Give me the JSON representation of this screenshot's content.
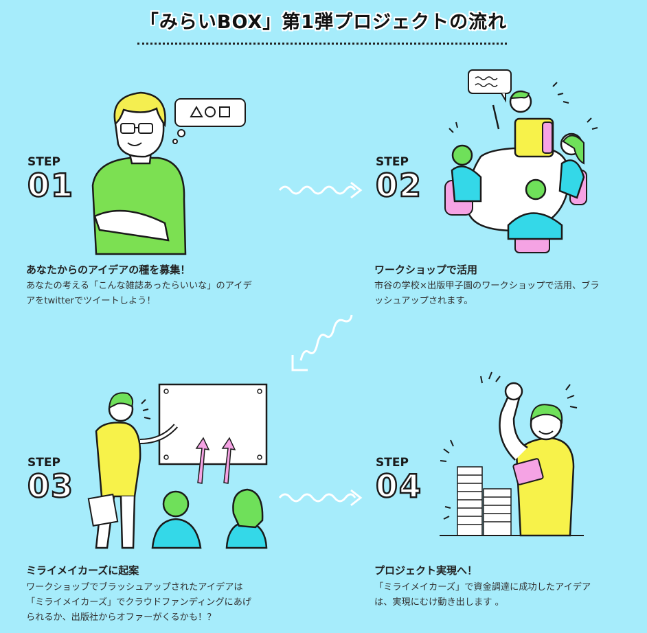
{
  "title": "「みらいBOX」第1弾プロジェクトの流れ",
  "steps": [
    {
      "label": "STEP",
      "number": "01",
      "heading": "あなたからのアイデアの種を募集！",
      "body_lines": [
        "あなたの考える「こんな雑誌あったらいいな」のアイデ",
        "アをtwitterでツイートしよう！"
      ]
    },
    {
      "label": "STEP",
      "number": "02",
      "heading": "ワークショップで活用",
      "body_lines": [
        "市谷の学校×出版甲子園のワークショップで活用、ブラ",
        "ッシュアップされます。"
      ]
    },
    {
      "label": "STEP",
      "number": "03",
      "heading": "ミライメイカーズに起案",
      "body_lines": [
        "ワークショップでブラッシュアップされたアイデアは",
        "「ミライメイカーズ」でクラウドファンディングにあげ",
        "られるか、出版社からオファーがくるかも！？"
      ]
    },
    {
      "label": "STEP",
      "number": "04",
      "heading": "プロジェクト実現へ！",
      "body_lines": [
        "「ミライメイカーズ」で資金調達に成功したアイデア",
        "は、実現にむけ動き出します 。"
      ]
    }
  ],
  "colors": {
    "background": "#a6ecfb",
    "shirt_green": "#7ce052",
    "shirt_yellow": "#f7f24a",
    "shirt_cyan": "#34d8e8",
    "hair_green": "#6fe05a",
    "hair_yellow": "#f4ee50",
    "pink": "#f5a3e4",
    "ink": "#1a1a1a"
  },
  "thought_bubble_symbols": "△○□"
}
